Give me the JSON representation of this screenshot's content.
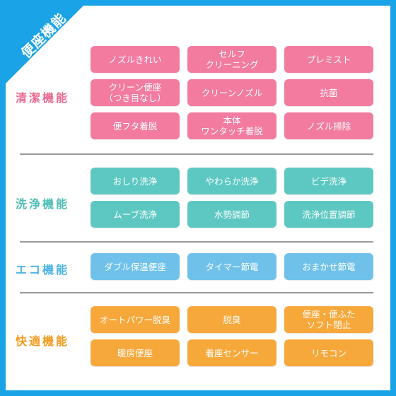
{
  "corner_label": "便座機能",
  "colors": {
    "background": "#1aa3e6",
    "cleanliness": "#f27b9f",
    "washing": "#5dc8c2",
    "eco": "#6fc1ea",
    "comfort": "#f7a83b"
  },
  "sections": [
    {
      "label": "清潔機能",
      "items": [
        "ノズルきれい",
        "セルフ\nクリーニング",
        "プレミスト",
        "クリーン便座\n（つき目なし）",
        "クリーンノズル",
        "抗菌",
        "便フタ着脱",
        "本体\nワンタッチ着脱",
        "ノズル掃除"
      ]
    },
    {
      "label": "洗浄機能",
      "items": [
        "おしり洗浄",
        "やわらか洗浄",
        "ビデ洗浄",
        "ムーブ洗浄",
        "水勢調節",
        "洗浄位置調節"
      ]
    },
    {
      "label": "エコ機能",
      "items": [
        "ダブル保温便座",
        "タイマー節電",
        "おまかせ節電"
      ]
    },
    {
      "label": "快適機能",
      "items": [
        "オートパワー脱臭",
        "脱臭",
        "便座・便ふた\nソフト閉止",
        "暖房便座",
        "着座センサー",
        "リモコン"
      ]
    }
  ]
}
